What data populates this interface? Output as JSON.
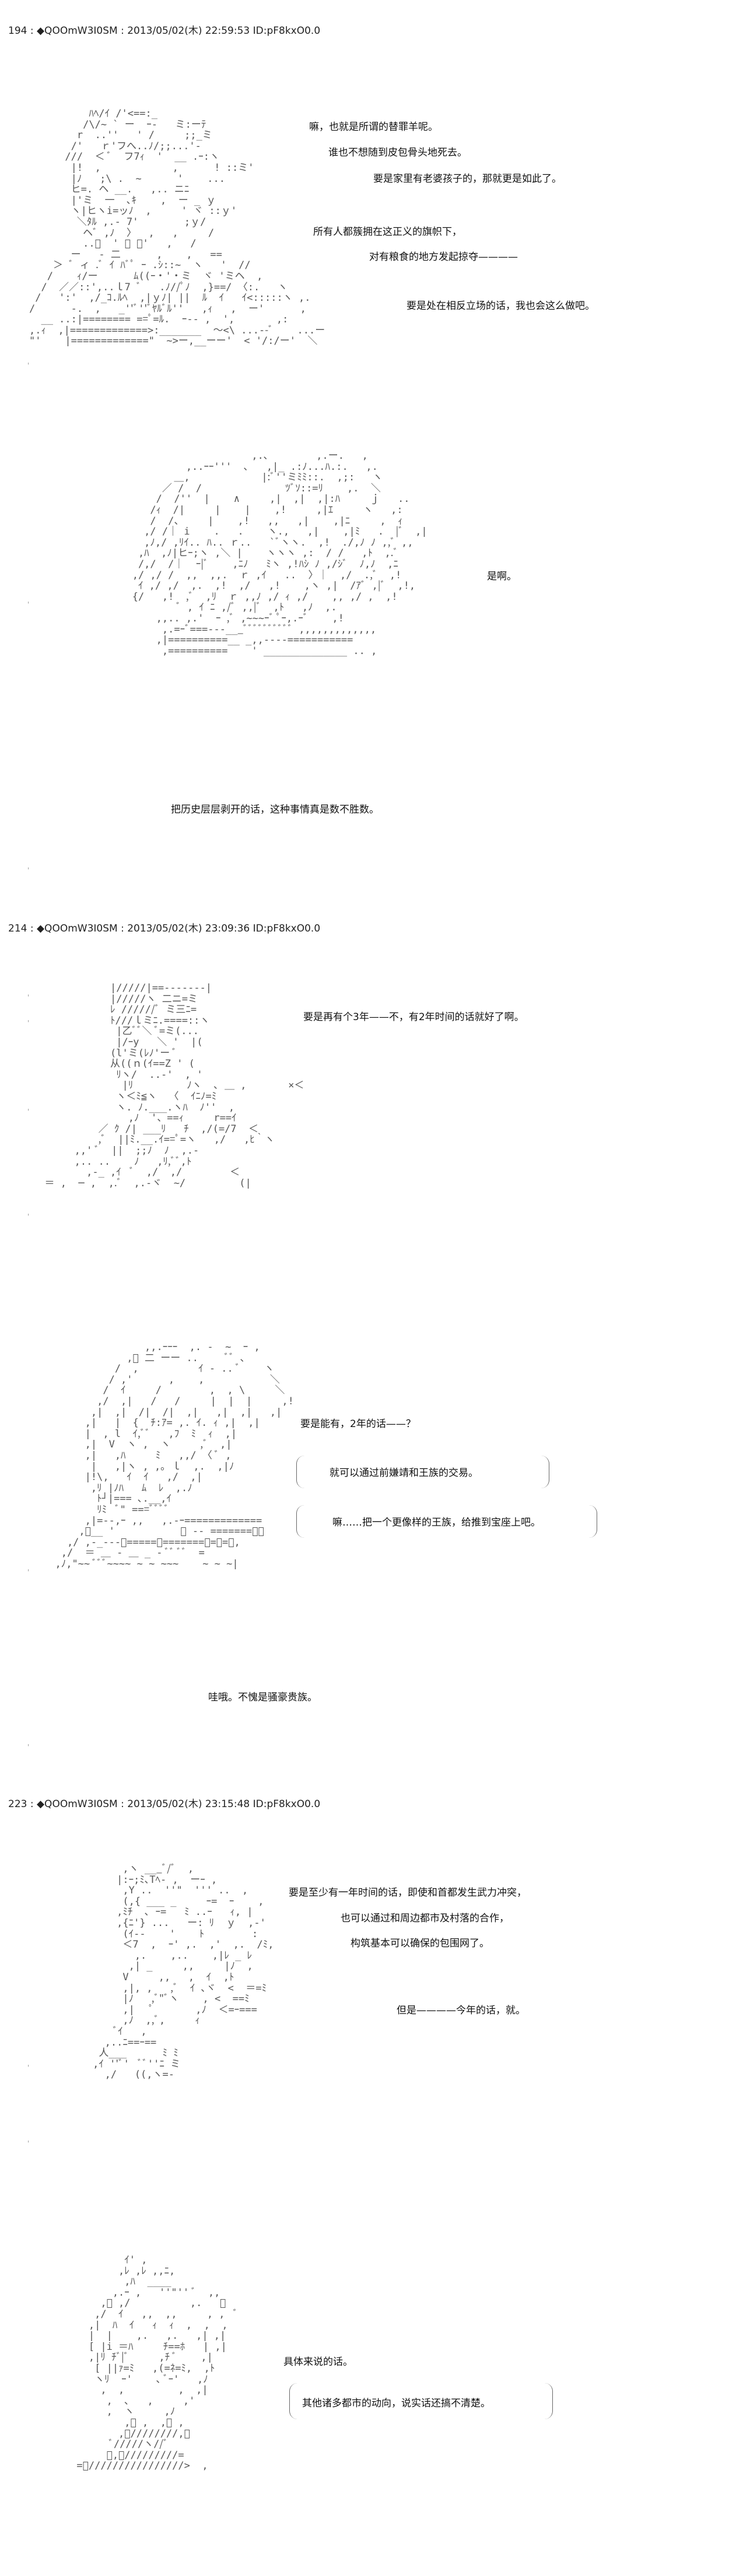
{
  "posts": [
    {
      "header": "194 : ◆QOOmW3I0SM : 2013/05/02(木) 22:59:53 ID:pF8kxO0.0",
      "lines": [
        "嘛，也就是所谓的替罪羊呢。",
        "谁也不想随到皮包骨头地死去。",
        "要是家里有老婆孩子的，那就更是如此了。",
        "所有人都簇拥在这正义的旗帜下，",
        "对有粮食的地方发起掠夺————",
        "要是处在相反立场的话，我也会这么做吧。",
        "是啊。",
        "把历史层层剥开的话，这种事情真是数不胜数。"
      ]
    },
    {
      "header": "214 : ◆QOOmW3I0SM : 2013/05/02(木) 23:09:36 ID:pF8kxO0.0",
      "lines": [
        "要是再有个3年——不，有2年时间的话就好了啊。",
        "要是能有，2年的话——？",
        "就可以通过前嫌靖和王族的交易。",
        "嘛……把一个更像样的王族，给推到宝座上吧。",
        "哇哦。不愧是骚豪贵族。"
      ]
    },
    {
      "header": "223 : ◆QOOmW3I0SM : 2013/05/02(木) 23:15:48 ID:pF8kxO0.0",
      "lines": [
        "要是至少有一年时间的话，即使和首都发生武力冲突，",
        "也可以通过和周边都市及村落的合作，",
        "构筑基本可以确保的包围网了。",
        "但是————今年的话，就。",
        "具体来说的话。",
        "其他诸多都市的动向，说实话还搞不清楚。"
      ]
    }
  ],
  "aa": {
    "a1": "          ﾊﾍ/ｲ /'<==:_\n         /\\/~ ` ー  ｰ‐   ミ:ーﾃ\n        r  ..''   ' /     ;;_ミ\n       /'   ｒ'フへ..ﾉ/;;...'-\n      ///  ＜ ﾞ  フ7ｨ  '  __ .ｰ:ヽ\n       |!  ,            ,      ! ::ミ'\n       |ﾉ   ;\\ .  ~      '    ...  \n       ヒ=. ヘ __.   ,.. ニﾆ  \n       |'ミ  一  ､ｷ    ,  ー _ ｙ  \n       ヽ|ヒヽi=ッﾉ  ,     ' ヾ ::ｙ'\n        ＼ﾀﾙ ,.- 7'　      ;ｙ/\n         ヘﾞ ,ﾉ  〉  ,   ,     /\n         ..ﾞ  ' ー ー'   ,   /\n       ー   ‐ 二      ,    ,   ==\n    ＞ ﾞ ィ .ﾞ ｲ ﾊﾞﾟ ｰ .ｼ::~  ヽ   '  //\n   /    ｨ/ー      ﾑ((ｰ・'・ミ  ヾ 'ミヘ  ,\n  /  ／／::',..ｌ7 ﾞ   .ﾉ//ﾟﾉ  ,}==/ 〈:.   ヽ\n /   ':'  ,/_ｺ.ﾙﾍ  ,|ｙﾉ| ||  ﾙ  ｲ   ｲ<:::::ヽ ,.\n/      -.  ,   _''ﾞ''ﾞﾔﾙﾞﾙ''   ,ｨ   ,  ー'      ,\n  __ ..:|======== ==ﾟ=ﾙ.  ｰ-- ,  ',       ,:\n,.ｨ  ,|=============>:_______  ～<\\ ...--ﾞ    ...ー\n\"'    |=============\"  ~>ー,__ーー'  < '/:/ー'  ＼  ",
    "a2": "                       ,.､        ,.ー.   ,\n            ,..ｰｰ'''  ､   ,|_ .:ﾉ...ﾊ.:.   ,.\n          ＿,            |:ﾞ''ミﾐﾐ::.  ,;:   ヽ\n        ／ /  /              ﾂﾞｿ::=ﾘ    ,.  ＼\n       /  /''  |    ∧     ,|  ,|  ,|:ﾊ     ｊ   ..\n      /ｨ  /|     |    |    ,!     ,|ｴ     ヽ   ,:\n      /  /、    |    ,!   ,,   ,|    ,|ﾆ     ,  ｨ\n     ,/ /｜ i    .   .    ヽ.,   ,|    ,|ﾐ   .  |ﾞ  ,|\n     ,ﾉ,/ ,ﾘｲ.. ﾊ.. ｒ..   `ﾞヽヽ.  ,!  ./,ﾉ ﾉ ,,ﾞ ,,\n    ,ﾊ  ,ﾉ|ヒｰ;ヽ ,＼ |    ヽヽヽ ,:  / /   ,ﾄ  ,.ﾞ\n    /,/  /｜  ｰ|ﾞ    ,ﾆﾉ   ﾐヽ ,!ﾊｼ ﾉ ,/ｼﾞ  ﾉ,ﾉ  ,ﾆ\n   ,/ ,/ /  ,,  ,,.  ｒ ,ｲ   ..  〉｜  ,/  .,ﾞ  ,!\n    ｲ ,/ ,/  ,.  ,!  ,/   ,!    ,ヽ ,|  /ｱﾞ ,|ﾞ  ,!,\n   {/   ,!  ,ﾞ  ,ﾘ  ｒ ,,ﾉ ,/ ｨ ,/    ,, ,/ ,  ,!\n           ﾞ , ｲ ﾆ ,/ﾞ ,,|ﾞ  ,ﾄ   ,ﾉ  ,.\n       ,,.. ,.'  ｰ ,ﾞ ,~~~ｰﾞ ﾟｰ,.ｰﾞ    ,!\n        ,.=ｰﾞ===---___ﾞﾞﾞﾞﾞﾞﾞﾞﾞﾞ ,,,,,,,,,,,,,\n       ,|==========__ _,,----===========\n        ,==========    ' ______________ .. ,",
    "a3": "             |/////|==-------|\n             |/////ヽ 二ニ=ミ\n             ﾚ //////ﾞ ミ三ﾆ=\n             ﾄ///ｌミﾆ.====::ヽ\n              |乙ﾞﾞ＼ ﾞ=ミ(...\n              |/ｰy   ＼ '  |(\n             (l'ミ(ﾚﾉ'ー ﾞ\n             从((ｎ(ｲ==Z ' (\n              ﾘヽ/  ..-'  , '\n               |ﾘ         ﾉヽ  ､ ＿ ,       ×＜\n              ヽ＜ﾐ≦ヽ  〈  ｲﾆﾉ=ﾐ\n              ヽ. ﾉ.___.ヽﾊ  ﾉ''  ,\n                ,ﾉ  '、==ｨ     r==ｲ\n           ／ ｸ /| ___ﾘ   ﾁ  ,/(=/7  ＜\n           ,ﾞ  ||ﾐ.__.ｲ==ﾟ=ヽ   ,/   ,ﾋ｀ヽ\n       ,,' ﾞ  ||  ;;ﾉ  ﾉ  ,.‐\n       ,.. ..    ﾉ   ,ﾘ,ﾞﾞ,ﾄ\n         ,-_ ,ｲ  ﾞ  ,/  ,/        ＜\n  ＝ ,  ─ ,  ,.ﾞ  ,.-ヾ  ~/         (|",
    "a4": "                 ,,.ｰｰｰ  ,. -  ~  ｰ ,\n              ,ﾞ 二 ーー ..     ﾞﾞ ､\n            /  ,          ｲ ‐ .. ﾞ    ヽ\n           / ,'      ,    ,           ＼\n          /  ｲ     /        ,  , \\     ＼\n         ,/  ,|   /   /     |  |  |     ,!\n        ,|  ,|  /|  /|  ,|   ,|  ,|   ,|\n       ,|   |  {  ﾁ:ｱ= ,. ｲ. ｨ ,|  ,|\n       |  , l  ｲ,ﾞﾞ   ,ﾌ  ﾐ  ｨ  ,|\n       ,|  V  ヽ ,  ヽ     ,ﾞ  ,|\n       ,|   ,ﾊ     ﾐ   ,,/ 〈 ﾞ ,\n        |   ,|ヽ , ,｡ ｌ  ,.  ,|ﾉ\n       |!\\,   ｲ  ｲ   ,/  ,|\n        ,ﾘ |ﾉﾊ   ﾑ  ﾚ  ,.ﾉ\n         ﾄ┘|=== ､.__,ｲ\n         ﾘﾐ  ﾞ\" ===ﾞﾞﾞﾞ\n       ,|=--,ｰ ,,   ,.-ｰ=============\n      ,ﾞ__ '           ｰ -- =======ｰｰ\n    ,/ ,-_---ﾞ=====ｰ=======ﾟ=ﾟ=ﾟ,\n   ,/  ＝ ＿ - ＿ _ - ﾞﾞ ﾞﾞ  =\n  ,ﾉ,\"~~ ﾞﾞﾞ~~~~ ~ ~ ~~~    ~ ~ ~|",
    "a5": "          ,ヽ ___ﾞ/ﾞ  ,\n         |:ｰ;ﾐ､Tﾍ- ,  ーｰ ,\n          ,Y ..  ''\"  ''' ..  ,\n          (,{ ___ _     ｰ=  ｰ    ,\n         ,ﾐﾁ  ､ ｰ=   ﾐ ..ｰ   ｨ, |\n         ,{ﾆ'} ...   ー: ﾘ  ｙ  ,-'\n          (ｲ--    '    ﾄ        :\n          ＜7  ,  ｰ' ,.  ,'  ,.  /ﾐ,\n            ,.    ,..    ,|ﾚ _ ﾚ\n           ,| _     ,,     |ﾉ  ,\n          V     ,,   ,  ｲ  ,ﾄ\n          ,|, ,   ,ﾞ  ｲ ､ヾ  <  ＝=ﾐ\n          |ﾉ   ,ﾞ\"ﾞヽ    , <  ==ﾐ\n          ,|   ﾟ       ,ﾉ  ＜=ｰ===\n          ,ﾉ  ,,ﾞ,     ｨ\n         ﾞｲ   ,\n       ,..ﾆ==ｰ==\n      人___      ﾐ ﾐ\n     ,ｲ ''ﾞ'  ﾞﾞ''ﾆ ミ\n       ,/   ((,ヽ=-",
    "a6": "              ｲ' ,\n             ,ﾚ ,ﾚ ,,ﾆ,\n              ,ﾊ  ____\n            ,.ｰ ,   ''\"'' ﾞ  ,,\n          ,ﾞ ,/          ,.   ､\n         ,/  ｲ   ,,  ,,     , ,  ﾞ\n        ,|  ﾊ  ｲ   ｨ  ｨ  ,  ,  ,\n        |  |    ,.   ,.   ,| ,|\n        [ |i ＝ﾊ     ﾁ==ﾎ   | ,|\n        ,|ﾘ ﾁﾞ|ﾞ     ,ﾁ ﾞ    ,|\n         [ ||ｧ=ﾐ   ,(=ﾈ=ﾐ,  ,ﾄ\n         ヽﾘ  ｰ'    ､ ﾞｰ'   ,ﾉ\n          ,  ,         ,  ,|\n           ,  ､   ,     ,'\n           ,  ヽ     ,ﾉ\n              ,ﾞ ,  ,ﾞ ,\n             ,ﾞ////////,ﾞ\n            ﾞ/////ヽ//ﾞ\n           ﾞ,ﾞ/////////=\n      =ﾞ////////////////>  ,"
  }
}
